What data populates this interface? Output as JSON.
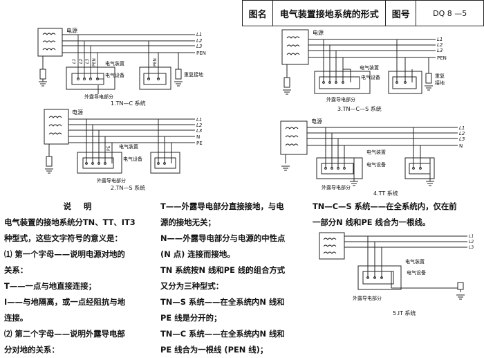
{
  "title_block": {
    "name_label": "图名",
    "name_value": "电气装置接地系统的形式",
    "number_label": "图号",
    "number_value": "DQ 8 —5"
  },
  "labels": {
    "power": "电源",
    "L1": "L1",
    "L2": "L2",
    "L3": "L3",
    "N": "N",
    "PE": "PE",
    "PEN": "PEN",
    "device": "电气装置",
    "equipment": "电气设备",
    "exposed": "外露导电部分",
    "repeat_ground_1": "重复接地",
    "repeat_ground_2a": "重复",
    "repeat_ground_2b": "接地"
  },
  "captions": {
    "tnc": "1.TN—C 系统",
    "tns": "2.TN—S 系统",
    "tncs": "3.TN—C—S 系统",
    "tt": "4.TT 系统",
    "it": "5.IT 系统"
  },
  "text": {
    "heading": "说明",
    "col1": [
      "电气装置的接地系统分TN、TT、IT3",
      "种型式，这些文字符号的意义是：",
      "  ⑴ 第一个字母——说明电源对地的",
      "关系：",
      "  T——一点与地直接连接；",
      "  I——与地隔离，或一点经阻抗与地",
      "连接。",
      "  ⑵ 第二个字母——说明外露导电部",
      "分对地的关系："
    ],
    "col2": [
      "  T——外露导电部分直接接地，与电",
      "源的接地无关；",
      "  N——外露导电部分与电源的中性点",
      "(N 点) 连接而接地。",
      "  TN 系统按N 线和PE 线的组合方式",
      "又分为三种型式：",
      "  TN—S 系统——在全系统内N 线和",
      "PE 线是分开的；",
      "  TN—C 系统——在全系统内N 线和",
      "PE 线合为一根线 (PEN 线)；"
    ],
    "col3": [
      "  TN—C—S 系统——在全系统内，仅在前",
      "一部分N 线和PE 线合为一根线。"
    ]
  }
}
